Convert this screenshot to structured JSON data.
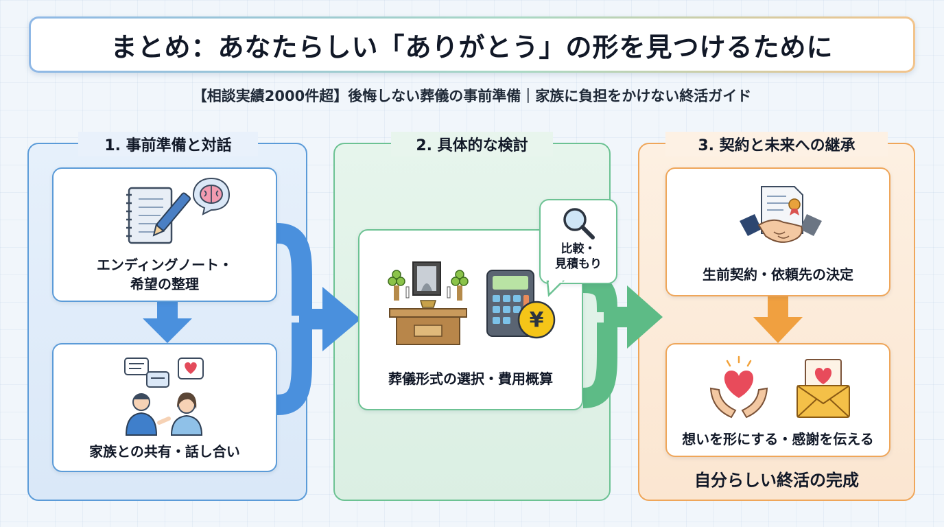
{
  "title": "まとめ：あなたらしい「ありがとう」の形を見つけるために",
  "subtitle": "【相談実績2000件超】後悔しない葬儀の事前準備｜家族に負担をかけない終活ガイド",
  "colors": {
    "blue": "#5b9bd8",
    "green": "#6cc293",
    "orange": "#efa65a"
  },
  "steps": [
    {
      "title": "1. 事前準備と対話",
      "cards": [
        {
          "label_line1": "エンディングノート・",
          "label_line2": "希望の整理",
          "icons": [
            "notebook-pen-icon",
            "brain-thought-icon"
          ]
        },
        {
          "label": "家族との共有・話し合い",
          "icons": [
            "chat-bubbles-icon",
            "family-talk-icon",
            "heart-bubble-icon"
          ]
        }
      ]
    },
    {
      "title": "2. 具体的な検討",
      "cards": [
        {
          "label": "葬儀形式の選択・費用概算",
          "icons": [
            "altar-icon",
            "calculator-yen-icon"
          ]
        }
      ],
      "bubble": {
        "line1": "比較・",
        "line2": "見積もり",
        "icon": "magnifier-icon"
      }
    },
    {
      "title": "3. 契約と未来への継承",
      "cards": [
        {
          "label": "生前契約・依頼先の決定",
          "icons": [
            "contract-handshake-icon"
          ]
        },
        {
          "label": "想いを形にする・感謝を伝える",
          "icons": [
            "heart-hands-icon",
            "letter-heart-icon"
          ]
        }
      ],
      "footer": "自分らしい終活の完成"
    }
  ]
}
